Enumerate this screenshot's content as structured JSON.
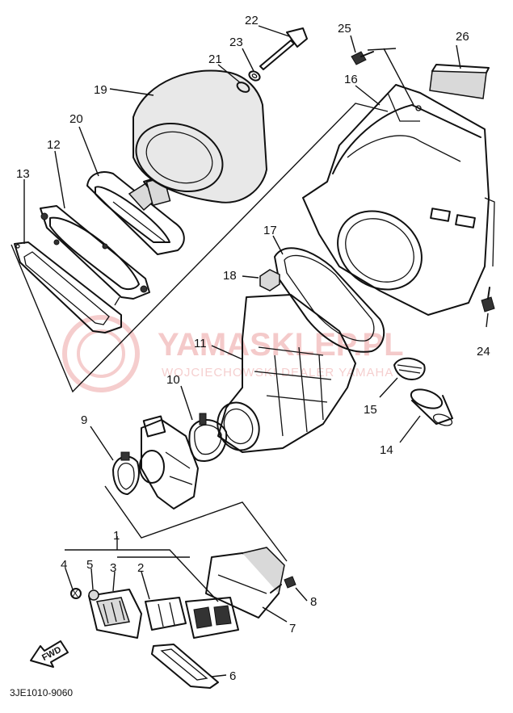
{
  "diagram": {
    "part_numbers": [
      "1",
      "2",
      "3",
      "4",
      "5",
      "6",
      "7",
      "8",
      "9",
      "10",
      "11",
      "12",
      "13",
      "14",
      "15",
      "16",
      "17",
      "18",
      "19",
      "20",
      "21",
      "22",
      "23",
      "24",
      "25",
      "26"
    ],
    "footer_code": "3JE1010-9060",
    "fwd_label": "FWD",
    "watermark_main": "YAMASKLEP.PL",
    "watermark_sub": "WOJCIECHOWSKI DEALER YAMAHA",
    "watermark_colors": {
      "primary": "#e07070"
    }
  }
}
